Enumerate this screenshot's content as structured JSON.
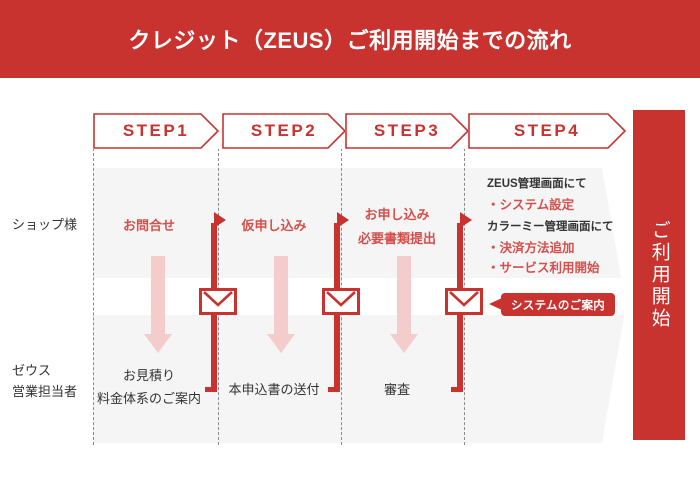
{
  "header": {
    "title": "クレジット（ZEUS）ご利用開始までの流れ",
    "bg_color": "#c9332f",
    "text_color": "#ffffff"
  },
  "theme": {
    "accent_red": "#c9332f",
    "soft_red": "#d4504c",
    "pale_pink": "#f3cccb",
    "band_gray": "#f5f5f5",
    "text_dark": "#333333"
  },
  "steps": [
    {
      "label": "STEP1"
    },
    {
      "label": "STEP2"
    },
    {
      "label": "STEP3"
    },
    {
      "label": "STEP4"
    }
  ],
  "lanes": [
    {
      "id": "shop",
      "label": "ショップ様"
    },
    {
      "id": "zeus",
      "label_line1": "ゼウス",
      "label_line2": "営業担当者"
    }
  ],
  "columns": [
    {
      "step": "STEP1",
      "shop_text": "お問合せ",
      "zeus_text_line1": "お見積り",
      "zeus_text_line2": "料金体系のご案内"
    },
    {
      "step": "STEP2",
      "shop_text": "仮申し込み",
      "zeus_text_line1": "本申込書の送付",
      "zeus_text_line2": ""
    },
    {
      "step": "STEP3",
      "shop_text_line1": "お申し込み",
      "shop_text_line2": "必要書類提出",
      "zeus_text_line1": "審査",
      "zeus_text_line2": ""
    }
  ],
  "step4_notes": {
    "head1": "ZEUS管理画面にて",
    "item1": "・システム設定",
    "head2": "カラーミー管理画面にて",
    "item2": "・決済方法追加",
    "item3": "・サービス利用開始"
  },
  "callout": {
    "label": "システムのご案内"
  },
  "result": {
    "label": "ご利用開始"
  },
  "icons": {
    "envelope": "envelope-icon",
    "down_arrow": "down-arrow-icon",
    "up_arrow": "up-arrow-icon",
    "chevron": "chevron-right-icon"
  }
}
